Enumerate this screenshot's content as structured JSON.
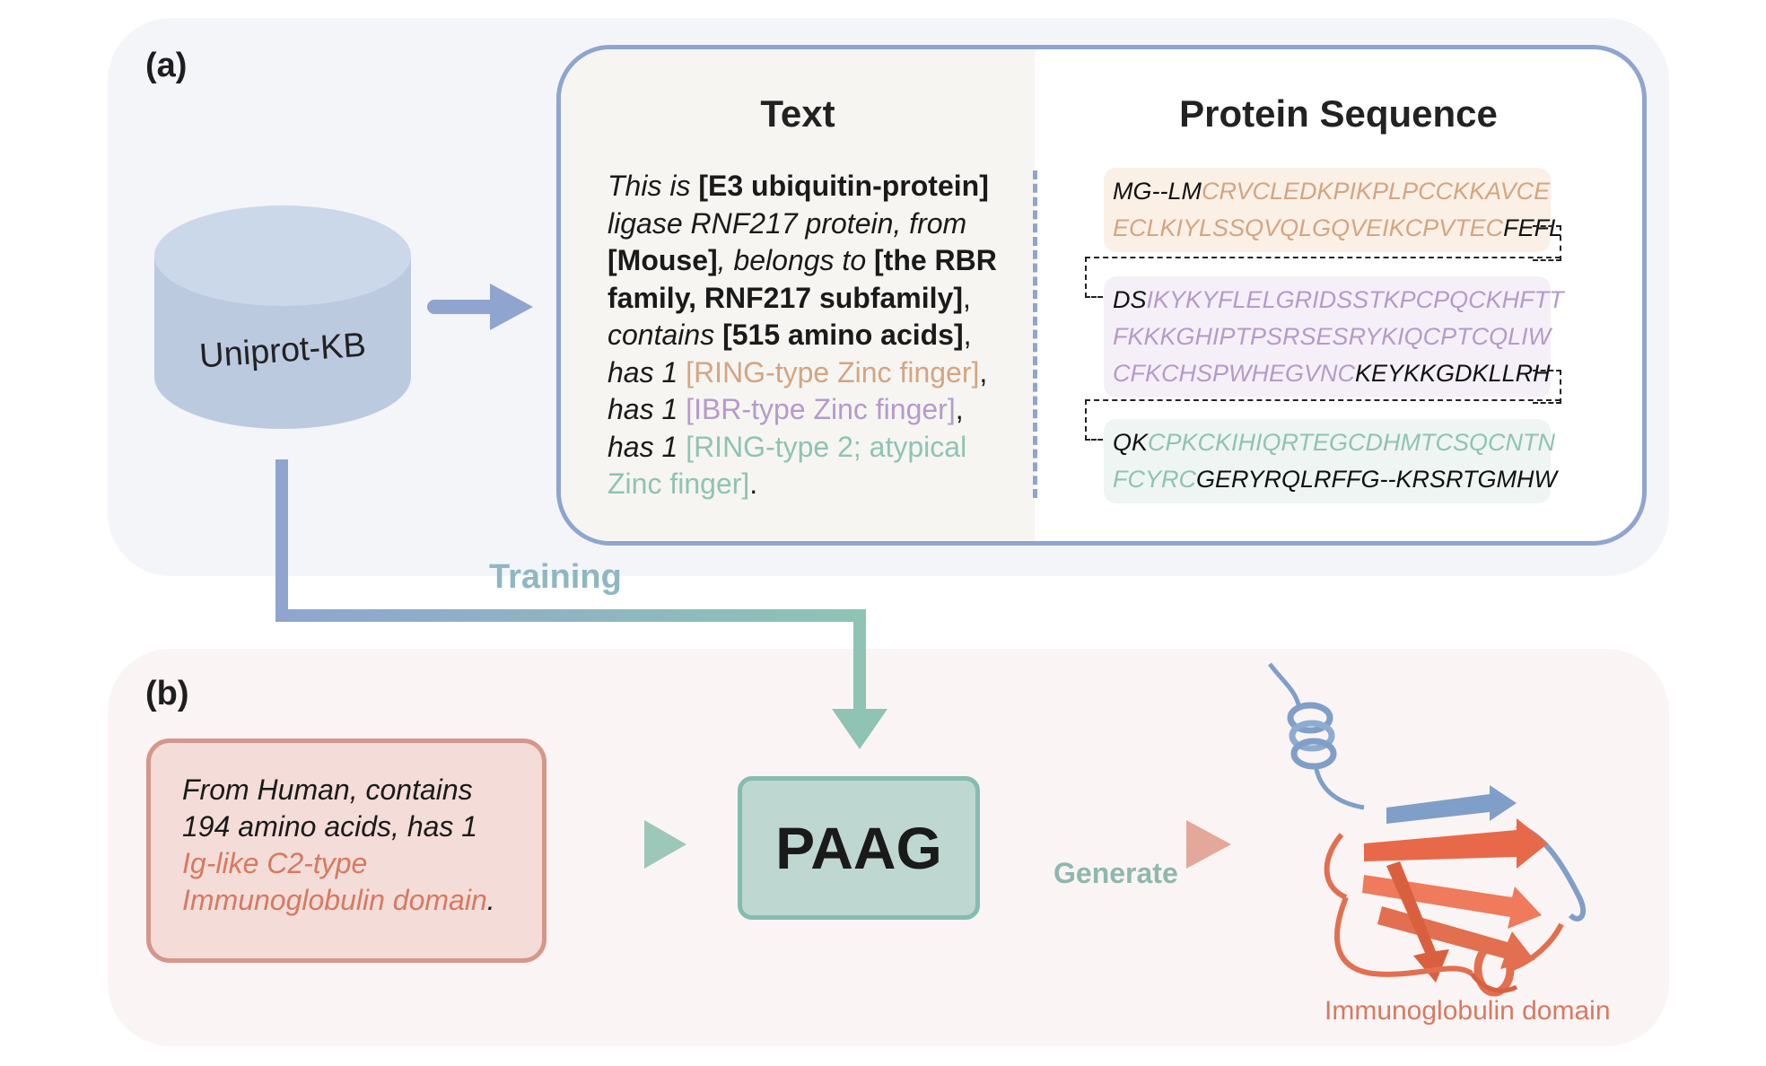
{
  "panel_a": {
    "label": "(a)",
    "database": "Uniprot-KB",
    "text_title": "Text",
    "sequence_title": "Protein Sequence",
    "description": {
      "p1": "This is ",
      "protein_name_1": "[E3 ubiquitin-protein]",
      "p2": "ligase RNF217 protein, from",
      "organism": "[Mouse]",
      "p3": ", belongs to ",
      "family_1": "[the RBR",
      "family_2": "family, RNF217 subfamily]",
      "p4": ",",
      "p5": "contains ",
      "length": "[515 amino acids]",
      "p6": ",",
      "has1": "has 1 ",
      "domain1": "[RING-type Zinc finger]",
      "p7": ",",
      "has2": "has 1 ",
      "domain2": "[IBR-type Zinc finger]",
      "p8": ",",
      "has3": "has 1 ",
      "domain3a": "[RING-type 2; atypical",
      "domain3b": "Zinc finger]",
      "p9": "."
    },
    "sequence": {
      "s1_pre": "MG--LM",
      "s1_dom": "CRVCLEDKPIKPLPCCKKAVCE",
      "s2_dom": "ECLKIYLSSQVQLGQVEIKCPVTEC",
      "s2_post": "FEFL",
      "s3_pre": "DS",
      "s3_dom": "IKYKYFLELGRIDSSTKPCPQCKHFTT",
      "s4_dom": "FKKKGHIPTPSRSESRYKIQCPTCQLIW",
      "s5_dom": "CFKCHSPWHEGVNC",
      "s5_post": "KEYKKGDKLLRH",
      "s6_pre": "QK",
      "s6_dom": "CPKCKIHIQRTEGCDHMTCSQCNTN",
      "s7_dom": "FCYRC",
      "s7_post": "GERYRQLRFFG--KRSRTGMHW"
    }
  },
  "training_label": "Training",
  "panel_b": {
    "label": "(b)",
    "prompt": {
      "line1": "From Human, contains",
      "line2": "194 amino acids, has 1",
      "line3": "Ig-like C2-type",
      "line4": "Immunoglobulin domain",
      "end": "."
    },
    "model": "PAAG",
    "generate_label": "Generate",
    "structure_label": "Immunoglobulin domain"
  },
  "colors": {
    "panel_a_bg": "#f3f5f8",
    "panel_b_bg": "#fbf4f4",
    "box_border": "#8fa5cf",
    "ring_orange": "#d4a580",
    "ibr_purple": "#b59acb",
    "ring2_teal": "#8fc3b4",
    "prompt_red": "#d67a61",
    "paag_fill": "#bed7d1"
  }
}
